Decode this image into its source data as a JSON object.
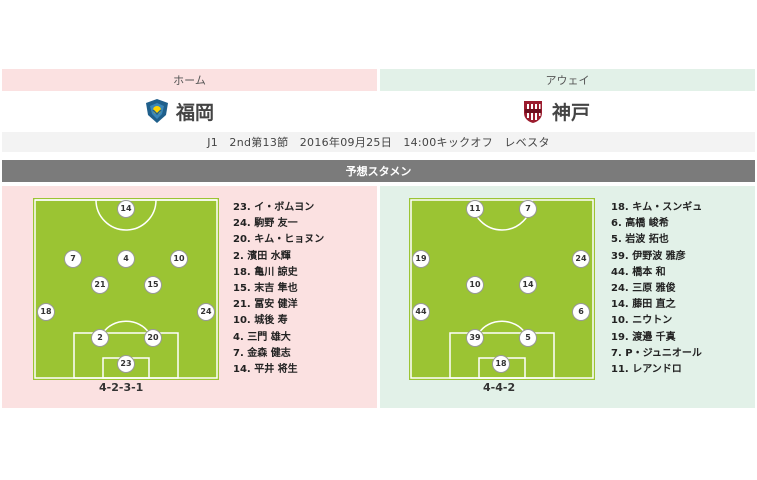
{
  "home": {
    "label": "ホーム",
    "team": "福岡",
    "formation": "4-2-3-1",
    "players": [
      {
        "num": "14"
      },
      {
        "num": "7"
      },
      {
        "num": "4"
      },
      {
        "num": "10"
      },
      {
        "num": "21"
      },
      {
        "num": "15"
      },
      {
        "num": "18"
      },
      {
        "num": "24"
      },
      {
        "num": "2"
      },
      {
        "num": "20"
      },
      {
        "num": "23"
      }
    ],
    "roster": [
      "23. イ・ボムヨン",
      "24. 駒野 友一",
      "20. キム・ヒョヌン",
      "2. 濱田 水輝",
      "18. 亀川 諒史",
      "15. 末吉 隼也",
      "21. 冨安 健洋",
      "10. 城後 寿",
      "4. 三門 雄大",
      "7. 金森 健志",
      "14. 平井 将生"
    ]
  },
  "away": {
    "label": "アウェイ",
    "team": "神戸",
    "formation": "4-4-2",
    "players": [
      {
        "num": "11"
      },
      {
        "num": "7"
      },
      {
        "num": "19"
      },
      {
        "num": "24"
      },
      {
        "num": "10"
      },
      {
        "num": "14"
      },
      {
        "num": "44"
      },
      {
        "num": "6"
      },
      {
        "num": "39"
      },
      {
        "num": "5"
      },
      {
        "num": "18"
      }
    ],
    "roster": [
      "18. キム・スンギュ",
      "6. 高橋 峻希",
      "5. 岩波 拓也",
      "39. 伊野波 雅彦",
      "44. 橋本 和",
      "24. 三原 雅俊",
      "14. 藤田 直之",
      "10. ニウトン",
      "19. 渡邉 千真",
      "7. P・ジュニオール",
      "11. レアンドロ"
    ]
  },
  "match_info": "J1　2nd第13節　2016年09月25日　14:00キックオフ　レベスタ",
  "section_title": "予想スタメン",
  "colors": {
    "home_bg": "#fbe1e1",
    "away_bg": "#e2f1e8",
    "pitch_green": "#9bc433",
    "section_bar": "#7b7b7b"
  }
}
